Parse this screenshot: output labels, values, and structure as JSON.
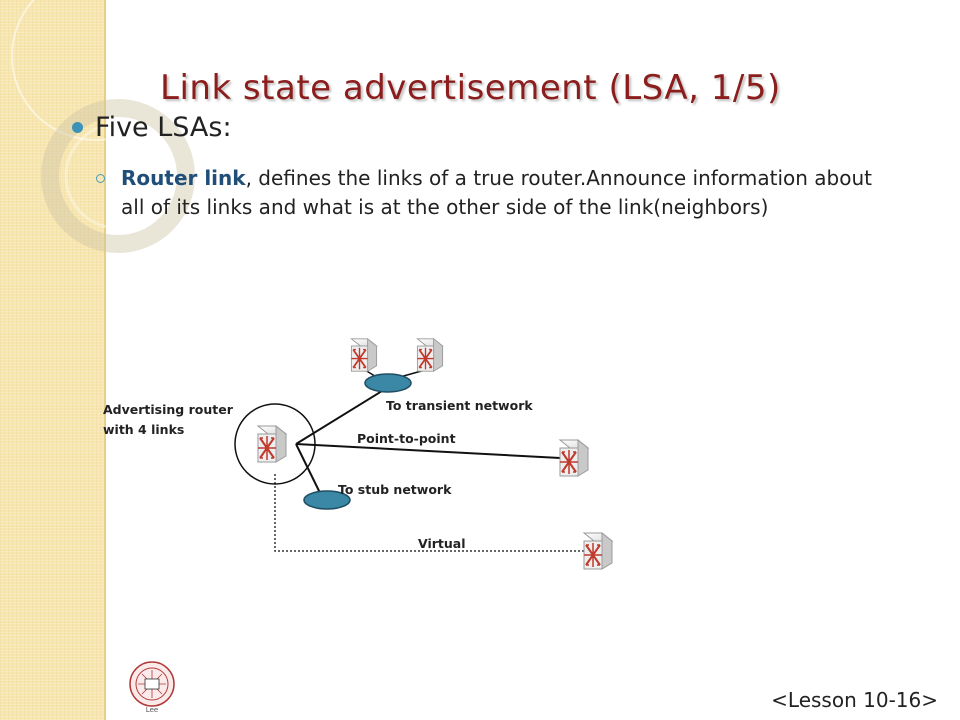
{
  "slide": {
    "title": "Link state advertisement (LSA, 1/5)",
    "bullet": "Five LSAs:",
    "sub_bullet": {
      "bold": "Router link",
      "rest": ", defines the links of a true router.Announce information about all of its links and what is at the other side of the link(neighbors)"
    },
    "footer": "<Lesson 10-16>"
  },
  "diagram": {
    "advertising_label_line1": "Advertising router",
    "advertising_label_line2": "with 4 links",
    "transient_label": "To transient network",
    "p2p_label": "Point-to-point",
    "stub_label": "To stub network",
    "virtual_label": "Virtual"
  },
  "logo": {
    "text": "Lee"
  },
  "colors": {
    "title": "#8b1d1d",
    "accent": "#3c93b7",
    "strip": "#f7e6b0",
    "network_ellipse": "#3a87a6"
  }
}
